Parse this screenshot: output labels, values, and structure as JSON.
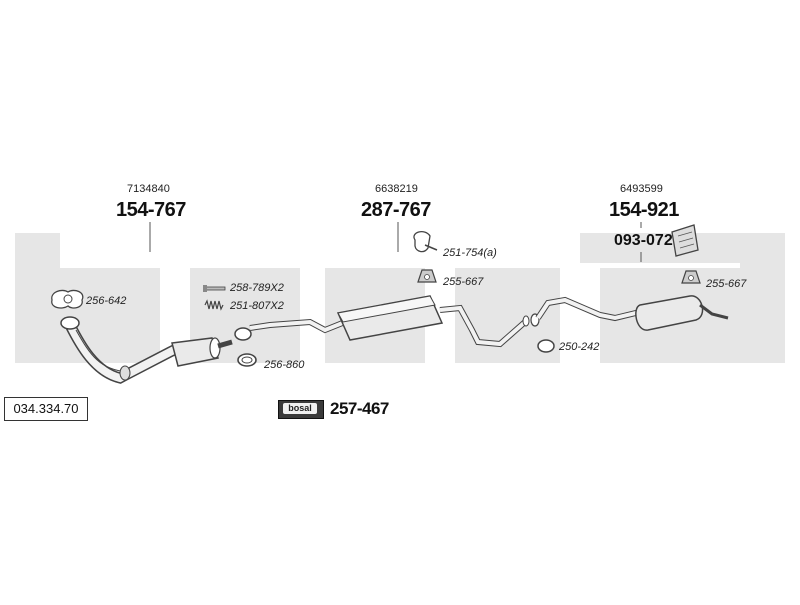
{
  "catalog_number": "034.334.70",
  "groups": [
    {
      "oem": "7134840",
      "part": "154-767"
    },
    {
      "oem": "6638219",
      "part": "287-767"
    },
    {
      "oem": "6493599",
      "part": "154-921"
    }
  ],
  "parts": {
    "gasket_front": "256-642",
    "bolt": "258-789X2",
    "spring": "251-807X2",
    "ring_gasket": "256-860",
    "clamp_bracket": "251-754(a)",
    "rubber_mount_mid": "255-667",
    "clamp_rear": "250-242",
    "heat_shield": "093-072",
    "rubber_mount_rear": "255-667"
  },
  "kit": {
    "badge": "bosal",
    "part": "257-467"
  },
  "colors": {
    "watermark": "#e6e6e6",
    "line": "#444444",
    "pipe_fill": "#f2f2f2"
  }
}
